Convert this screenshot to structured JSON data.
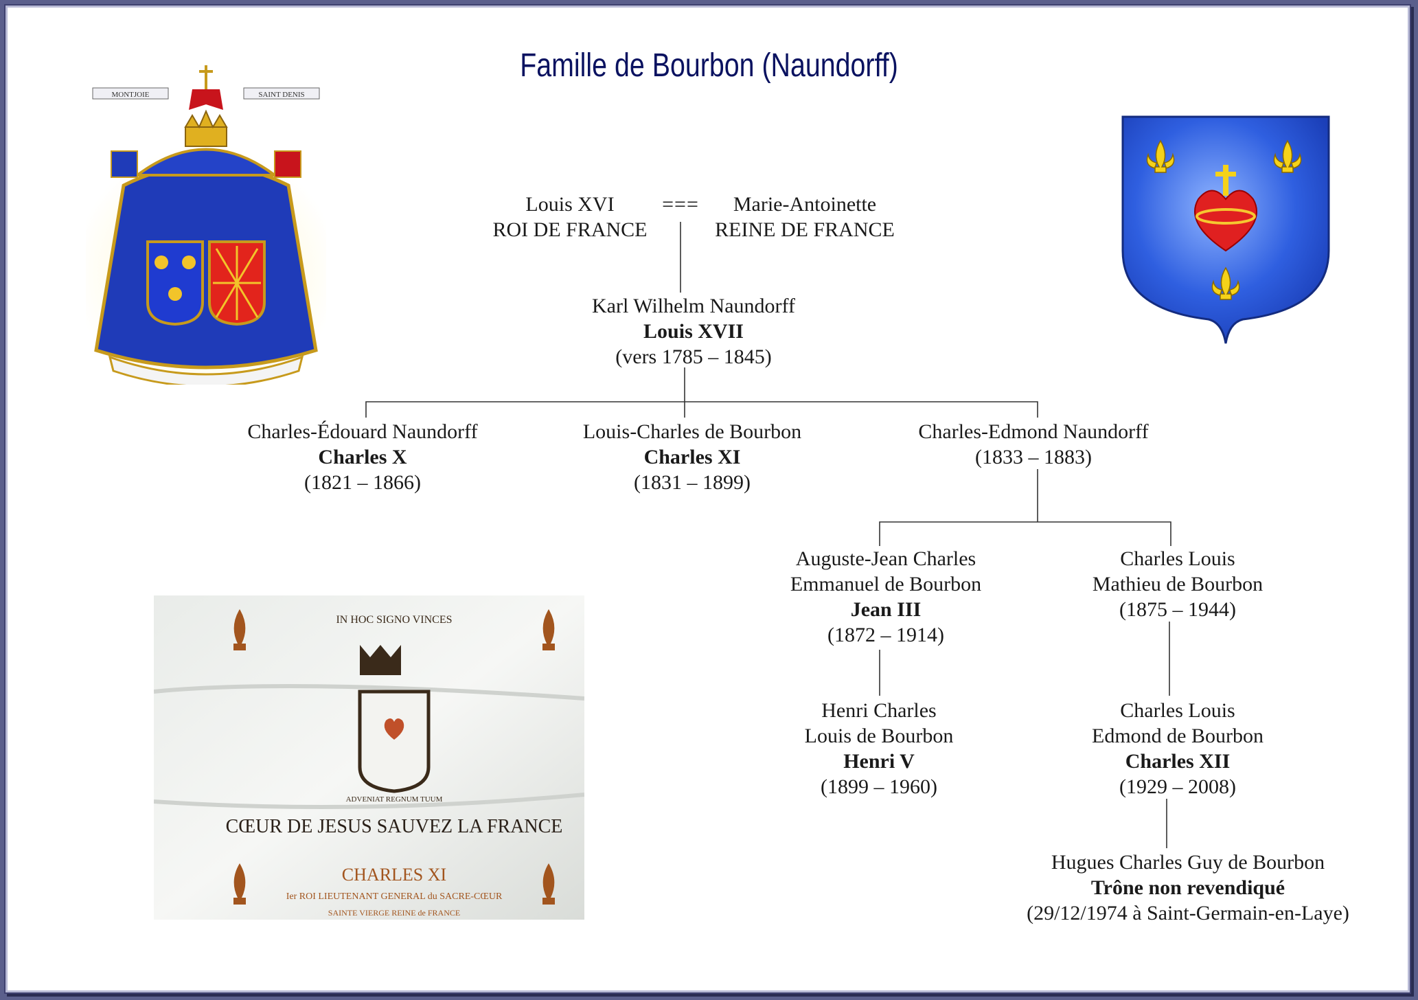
{
  "title": "Famille de Bourbon (Naundorff)",
  "coat_of_arms": {
    "motto_left": "MONTJOIE",
    "motto_right": "SAINT DENIS"
  },
  "banner": {
    "top_motto": "IN HOC SIGNO VINCES",
    "shield_motto": "ADVENIAT REGNUM TUUM",
    "main_text": "CŒUR DE JESUS SAUVEZ LA FRANCE",
    "name": "CHARLES XI",
    "line1": "Ier ROI LIEUTENANT GENERAL du SACRE-CŒUR",
    "line2": "SAINTE VIERGE REINE de FRANCE"
  },
  "tree": {
    "marriage_symbol": "===",
    "louis_xvi": {
      "name": "Louis XVI",
      "title": "ROI DE FRANCE"
    },
    "marie_antoinette": {
      "name": "Marie-Antoinette",
      "title": "REINE DE FRANCE"
    },
    "louis_xvii": {
      "name": "Karl Wilhelm Naundorff",
      "regnal": "Louis XVII",
      "dates": "(vers 1785 – 1845)"
    },
    "charles_x": {
      "name": "Charles-Édouard Naundorff",
      "regnal": "Charles X",
      "dates": "(1821 – 1866)"
    },
    "charles_xi": {
      "name": "Louis-Charles de Bourbon",
      "regnal": "Charles XI",
      "dates": "(1831 – 1899)"
    },
    "charles_edmond": {
      "name": "Charles-Edmond Naundorff",
      "dates": "(1833 – 1883)"
    },
    "jean_iii": {
      "name1": "Auguste-Jean Charles",
      "name2": "Emmanuel de Bourbon",
      "regnal": "Jean III",
      "dates": "(1872 – 1914)"
    },
    "charles_louis_mathieu": {
      "name1": "Charles Louis",
      "name2": "Mathieu de Bourbon",
      "dates": "(1875 – 1944)"
    },
    "henri_v": {
      "name1": "Henri Charles",
      "name2": "Louis de Bourbon",
      "regnal": "Henri V",
      "dates": "(1899 – 1960)"
    },
    "charles_xii": {
      "name1": "Charles Louis",
      "name2": "Edmond de Bourbon",
      "regnal": "Charles XII",
      "dates": "(1929 – 2008)"
    },
    "hugues": {
      "name": "Hugues Charles Guy de Bourbon",
      "regnal": "Trône non revendiqué",
      "dates": "(29/12/1974 à Saint-Germain-en-Laye)"
    }
  }
}
